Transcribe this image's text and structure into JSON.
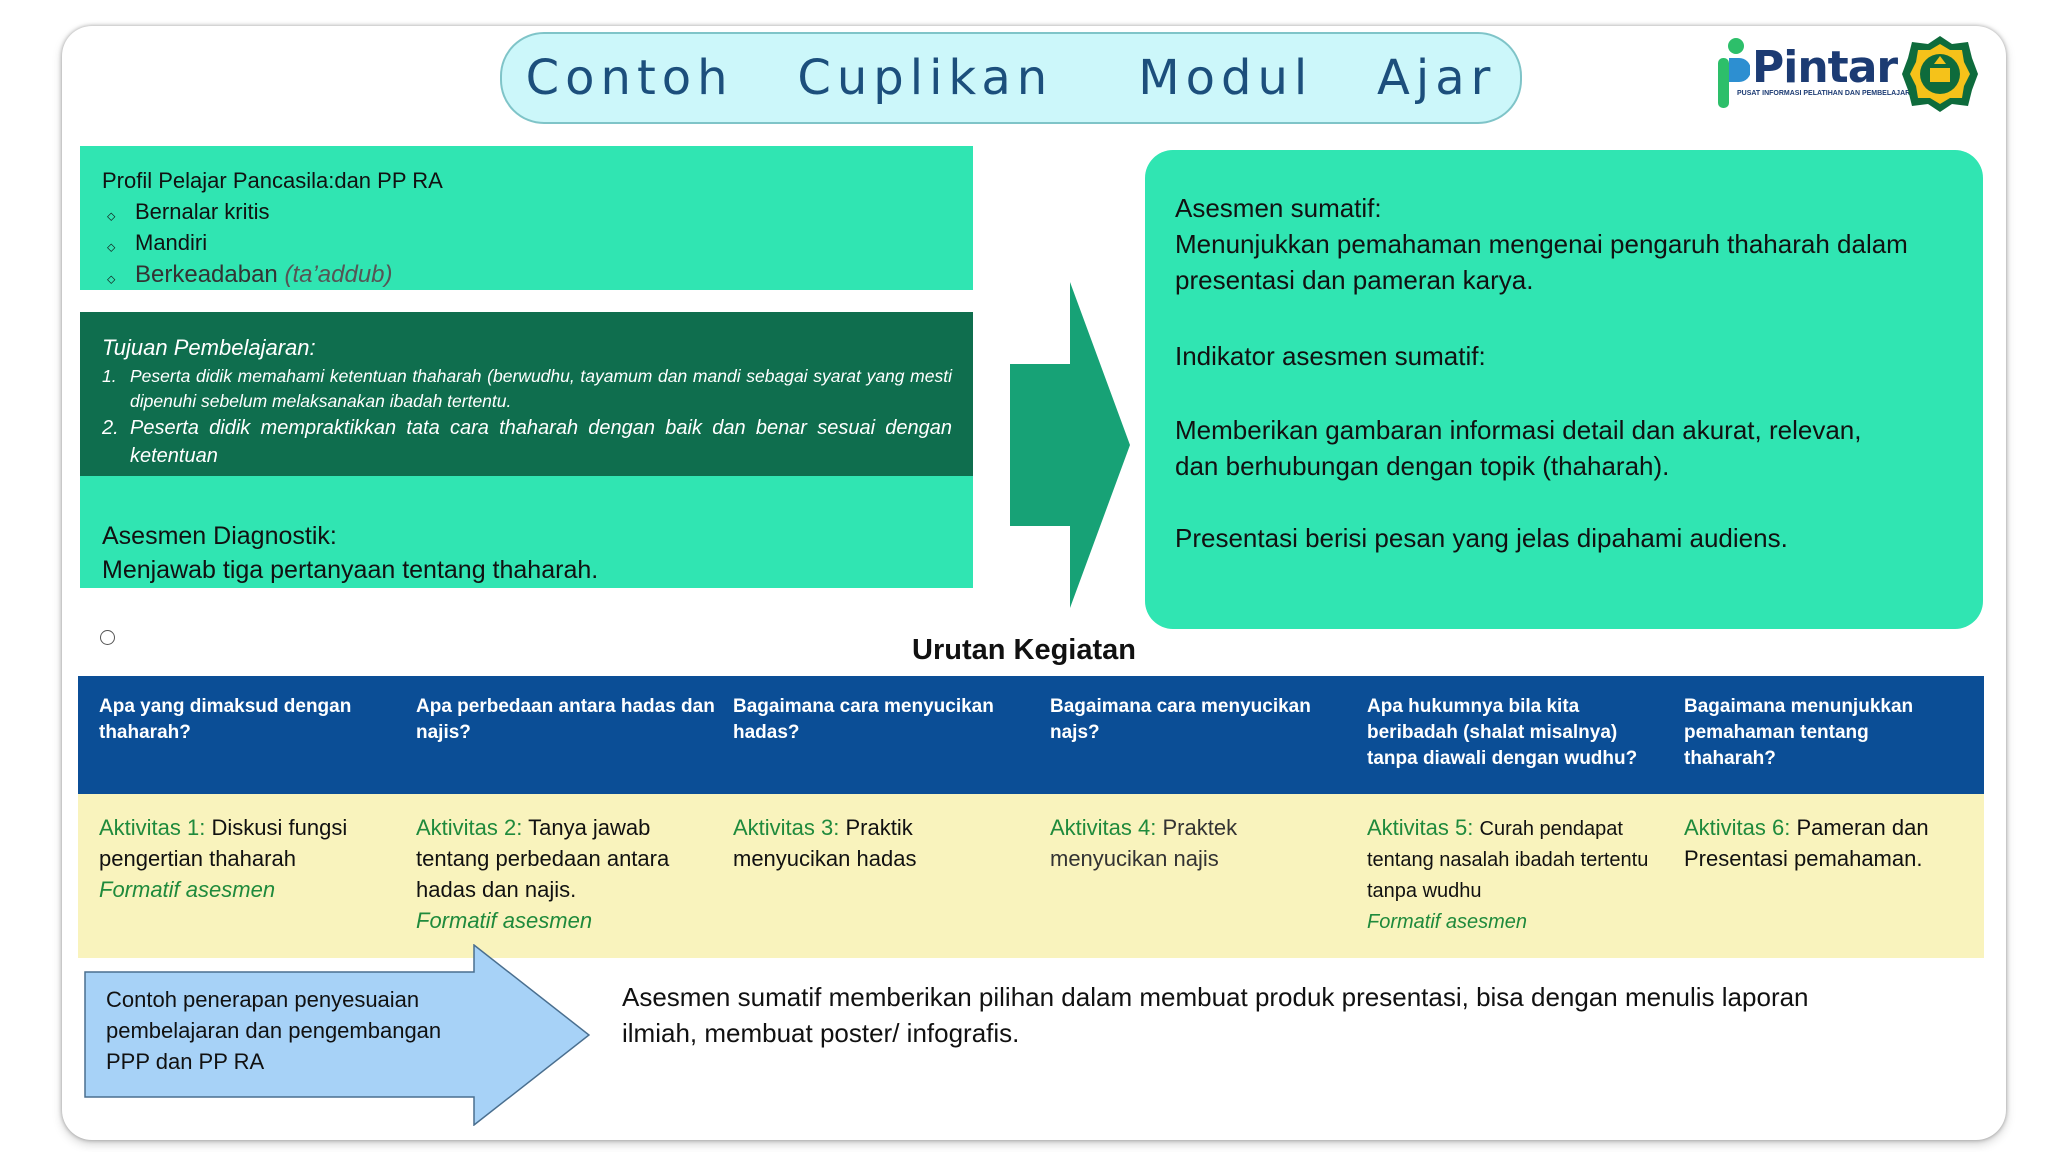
{
  "title": "Contoh   Cuplikan    Modul   Ajar",
  "logo": {
    "name": "Pintar",
    "subtitle": "PUSAT INFORMASI PELATIHAN DAN PEMBELAJARAN",
    "emblem": "kemenag-emblem-icon"
  },
  "profil": {
    "title": "Profil Pelajar Pancasila:dan PP RA",
    "items": [
      "Bernalar kritis",
      "Mandiri",
      "Berkeadaban"
    ],
    "item3_suffix": "(ta’addub)"
  },
  "tujuan": {
    "title": "Tujuan Pembelajaran:",
    "items": [
      {
        "num": "1.",
        "text": "Peserta didik memahami ketentuan thaharah (berwudhu, tayamum dan mandi sebagai syarat yang mesti dipenuhi sebelum melaksanakan ibadah tertentu."
      },
      {
        "num": "2.",
        "text": "Peserta didik mempraktikkan tata cara thaharah dengan baik dan benar sesuai dengan ketentuan"
      }
    ]
  },
  "diagnostik": {
    "title": "Asesmen Diagnostik:",
    "text": "Menjawab tiga pertanyaan tentang thaharah."
  },
  "sumatif": {
    "lines": [
      "Asesmen sumatif:",
      "Menunjukkan pemahaman mengenai pengaruh thaharah dalam",
      "presentasi dan pameran karya.",
      "Indikator asesmen sumatif:",
      "Memberikan gambaran informasi detail dan akurat, relevan,",
      "dan berhubungan dengan topik (thaharah).",
      "Presentasi berisi pesan yang jelas dipahami audiens."
    ]
  },
  "urutan": {
    "heading": "Urutan Kegiatan",
    "questions": [
      "Apa yang dimaksud dengan thaharah?",
      "Apa perbedaan antara hadas dan najis?",
      "Bagaimana cara menyucikan hadas?",
      "Bagaimana cara menyucikan najs?",
      "Apa hukumnya bila kita beribadah (shalat misalnya) tanpa diawali dengan wudhu?",
      "Bagaimana menunjukkan pemahaman tentang thaharah?"
    ],
    "activities": [
      {
        "label": "Aktivitas 1:",
        "text": "Diskusi fungsi pengertian thaharah",
        "formatif": "Formatif asesmen"
      },
      {
        "label": "Aktivitas 2:",
        "text": "Tanya jawab tentang perbedaan antara hadas dan najis.",
        "formatif": "Formatif asesmen"
      },
      {
        "label": "Aktivitas 3:",
        "text": "Praktik menyucikan hadas",
        "formatif": ""
      },
      {
        "label": "Aktivitas 4:",
        "text": "Praktek menyucikan najis",
        "formatif": ""
      },
      {
        "label": "Aktivitas 5:",
        "text": "Curah pendapat tentang nasalah ibadah tertentu tanpa wudhu",
        "formatif": "Formatif asesmen"
      },
      {
        "label": "Aktivitas 6:",
        "text": "Pameran dan Presentasi pemahaman.",
        "formatif": ""
      }
    ]
  },
  "note": {
    "lines": [
      "Contoh penerapan penyesuaian",
      "pembelajaran dan pengembangan",
      "PPP dan PP RA"
    ]
  },
  "bottom": {
    "lines": [
      "Asesmen sumatif memberikan pilihan dalam membuat produk presentasi, bisa dengan menulis laporan",
      "ilmiah,  membuat poster/ infografis."
    ]
  },
  "colors": {
    "green_box": "#30e5b2",
    "dark_green": "#0f6e4e",
    "blue_row": "#0b4e96",
    "yellow_row": "#f9f3bd",
    "arrow_green": "#17a276",
    "note_arrow": "#a7d2f7",
    "title_pill": "#ccf7fa"
  }
}
